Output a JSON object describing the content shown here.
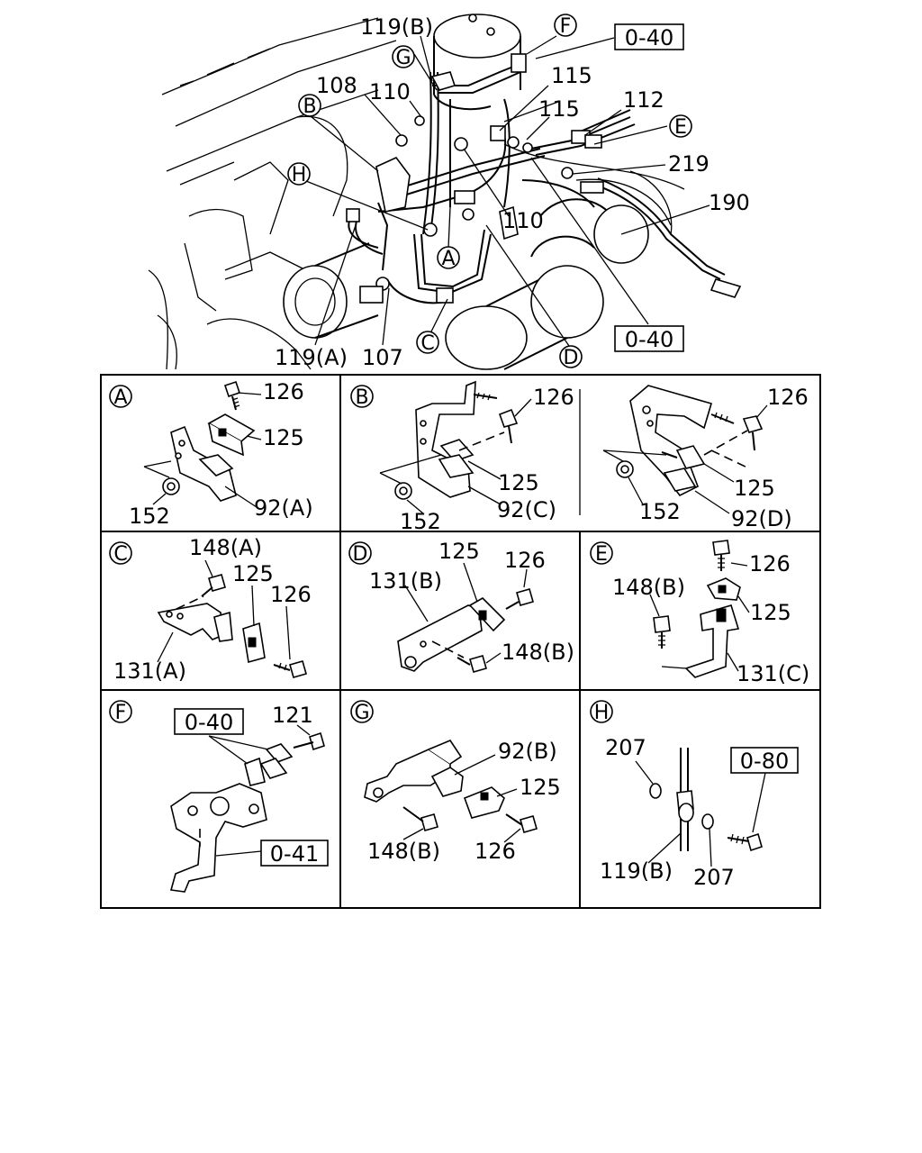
{
  "main": {
    "labels": {
      "l119b": "119(B)",
      "l115a": "115",
      "l115b": "115",
      "l112": "112",
      "l108": "108",
      "l110a": "110",
      "l110b": "110",
      "l219": "219",
      "l190": "190",
      "l119a": "119(A)",
      "l107": "107"
    },
    "refs": {
      "r1": "0-40",
      "r2": "0-40"
    },
    "letters": {
      "F": "F",
      "G": "G",
      "B": "B",
      "H": "H",
      "E": "E",
      "A": "A",
      "C": "C",
      "D": "D"
    }
  },
  "panels": {
    "A": {
      "letter": "A",
      "l126": "126",
      "l125": "125",
      "l152": "152",
      "l92": "92(A)"
    },
    "B": {
      "letter": "B",
      "l126": "126",
      "l125": "125",
      "l152": "152",
      "l92": "92(C)"
    },
    "B2": {
      "l126": "126",
      "l125": "125",
      "l152": "152",
      "l92": "92(D)"
    },
    "C": {
      "letter": "C",
      "l148": "148(A)",
      "l125": "125",
      "l126": "126",
      "l131": "131(A)"
    },
    "D": {
      "letter": "D",
      "l131": "131(B)",
      "l125": "125",
      "l126": "126",
      "l148": "148(B)"
    },
    "E": {
      "letter": "E",
      "l126": "126",
      "l148": "148(B)",
      "l125": "125",
      "l131": "131(C)"
    },
    "F": {
      "letter": "F",
      "ref1": "0-40",
      "l121": "121",
      "ref2": "0-41"
    },
    "G": {
      "letter": "G",
      "l92": "92(B)",
      "l125": "125",
      "l148": "148(B)",
      "l126": "126"
    },
    "H": {
      "letter": "H",
      "l207a": "207",
      "ref": "0-80",
      "l119": "119(B)",
      "l207b": "207"
    }
  }
}
